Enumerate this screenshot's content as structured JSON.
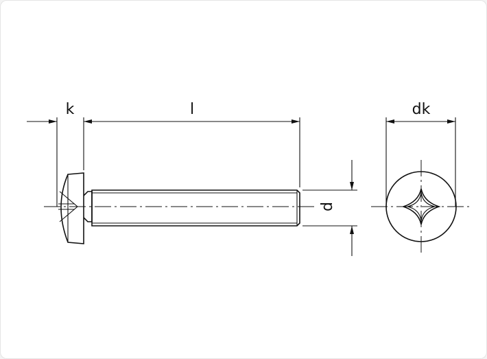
{
  "labels": {
    "k": "k",
    "l": "l",
    "d": "d",
    "dk": "dk"
  },
  "colors": {
    "line": "#111111",
    "background": "#ffffff"
  }
}
